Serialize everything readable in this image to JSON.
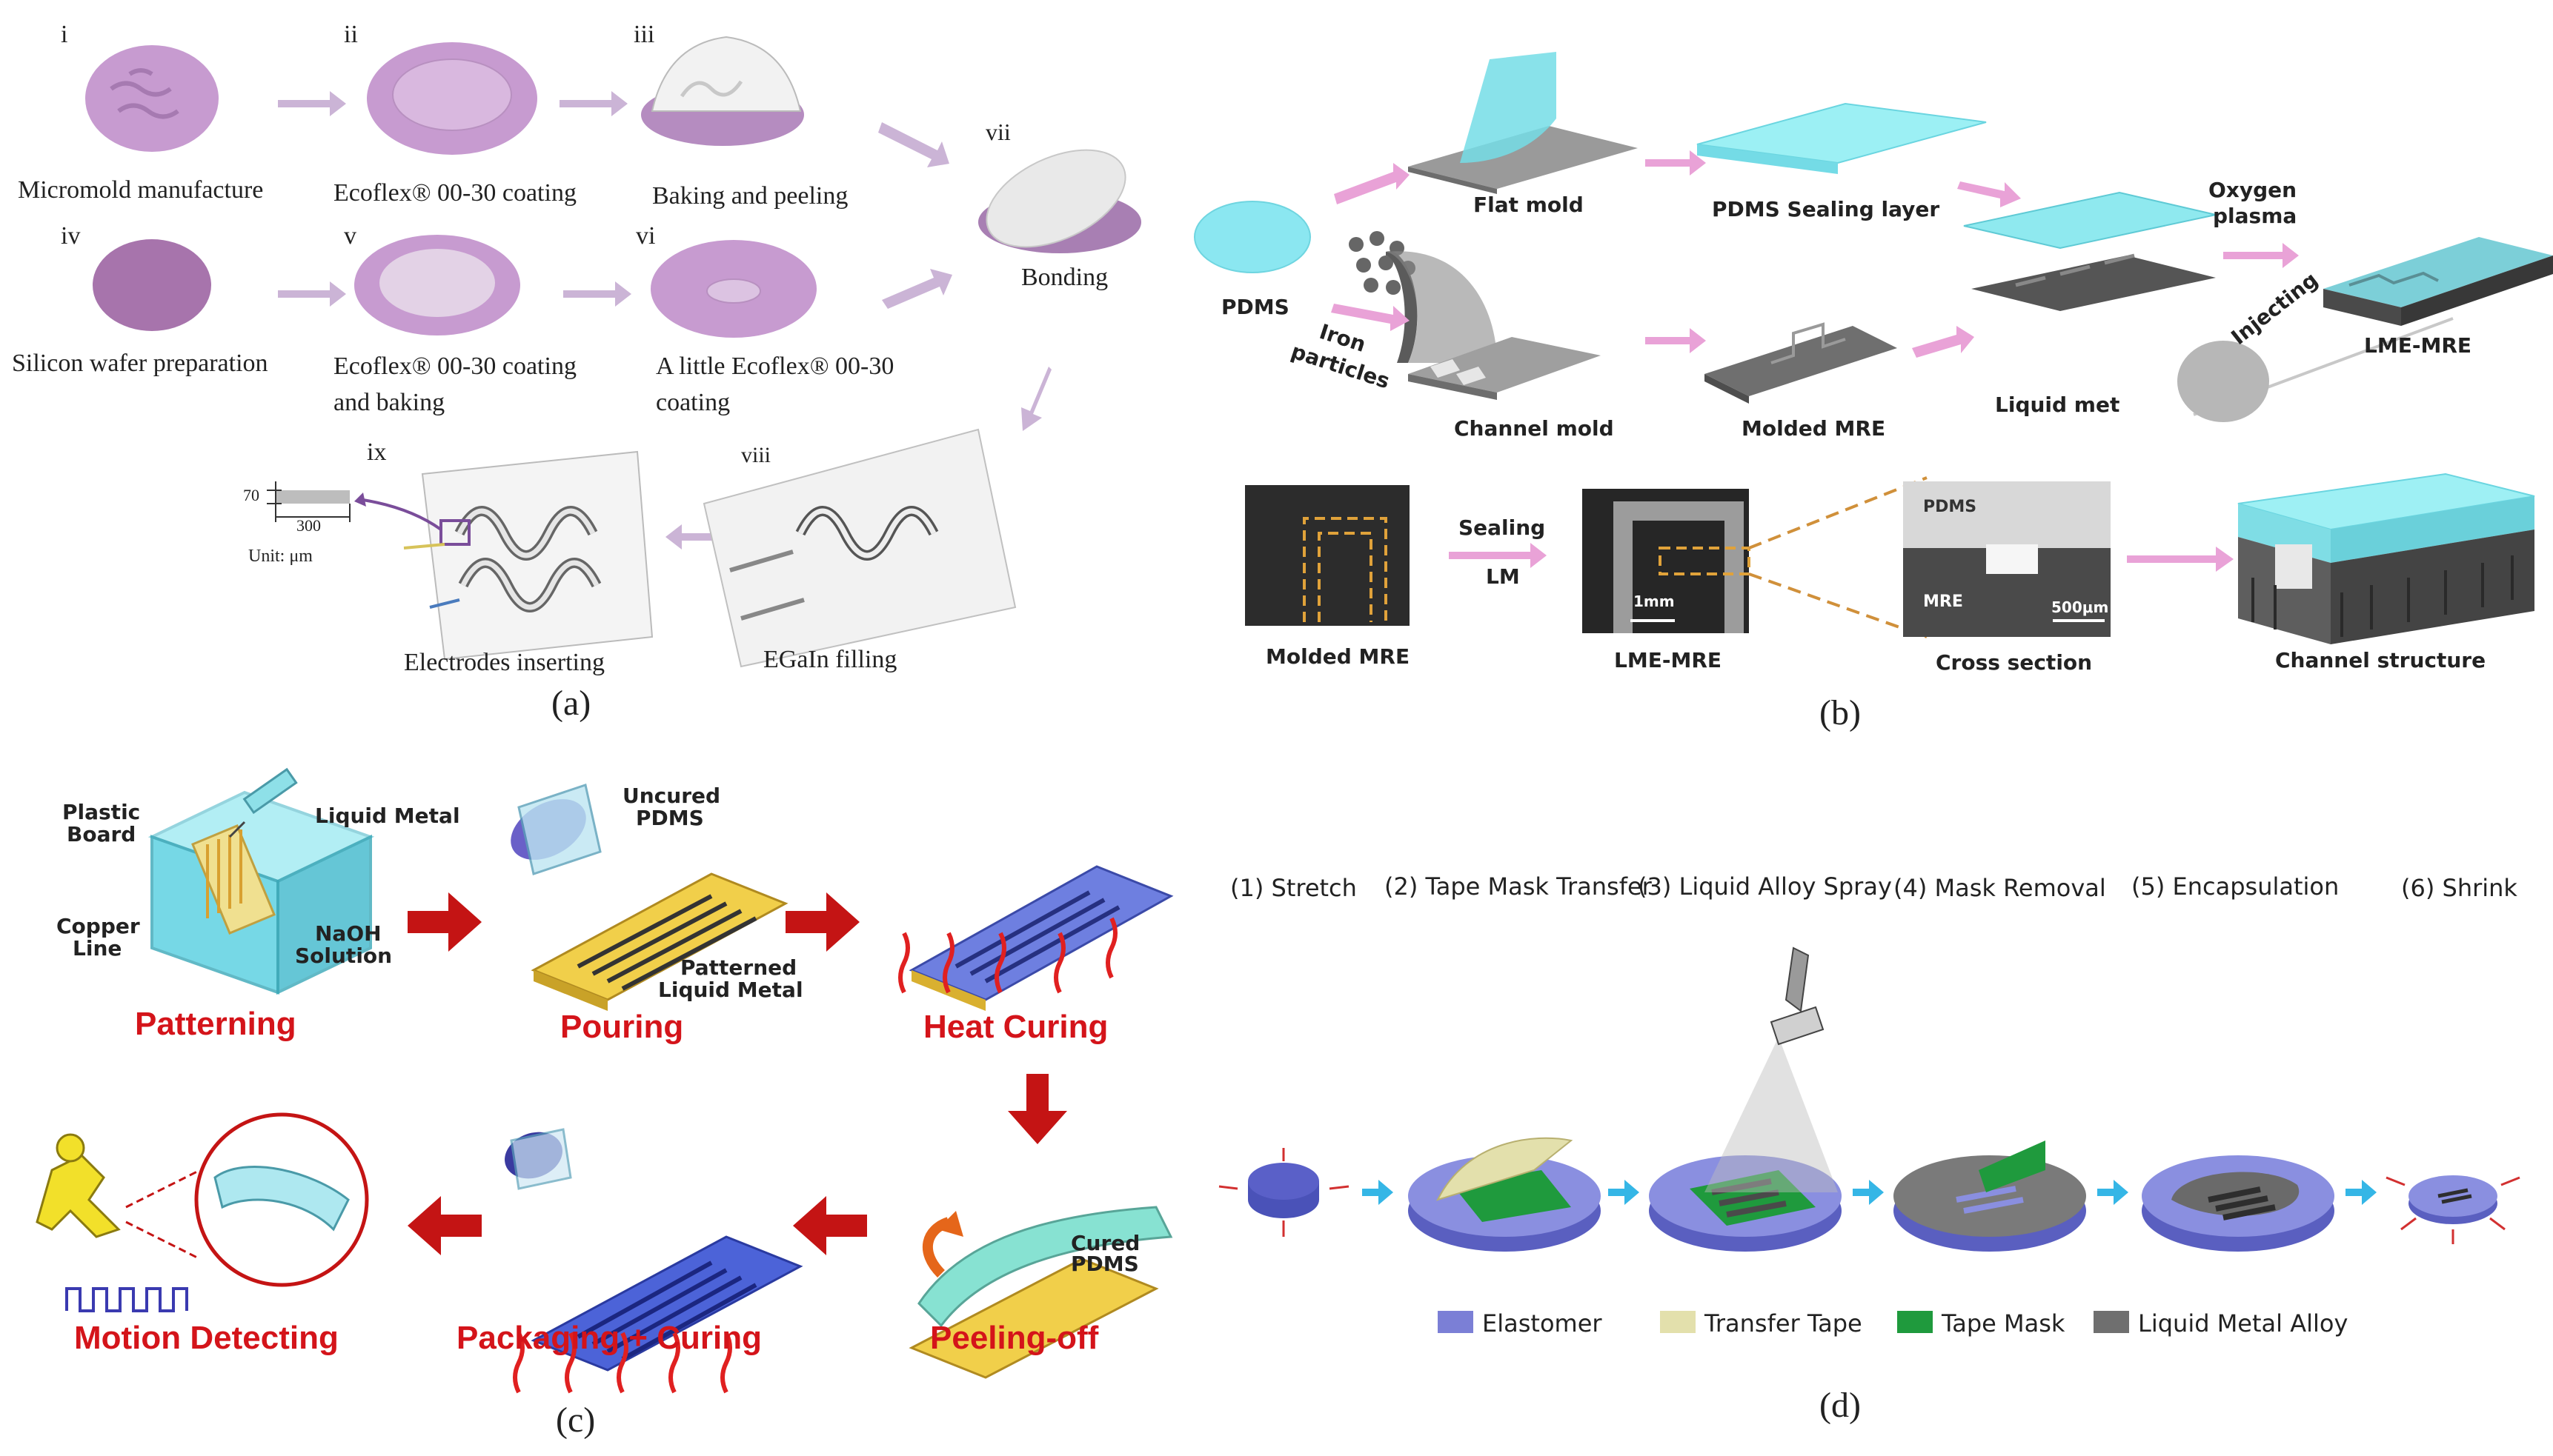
{
  "panel_a": {
    "caption": "(a)",
    "steps": [
      {
        "num": "i",
        "label": "Micromold manufacture"
      },
      {
        "num": "ii",
        "label": "Ecoflex® 00-30 coating"
      },
      {
        "num": "iii",
        "label": "Baking and peeling"
      },
      {
        "num": "iv",
        "label": "Silicon wafer preparation"
      },
      {
        "num": "v",
        "label": "Ecoflex® 00-30 coating",
        "label2": "and baking"
      },
      {
        "num": "vi",
        "label": "A little Ecoflex® 00-30",
        "label2": "coating"
      },
      {
        "num": "vii",
        "label": "Bonding"
      },
      {
        "num": "viii",
        "label": "EGaIn filling"
      },
      {
        "num": "ix",
        "label": "Electrodes inserting"
      }
    ],
    "dim_height": "70",
    "dim_width": "300",
    "unit": "Unit: μm"
  },
  "panel_b": {
    "caption": "(b)",
    "labels": {
      "pdms": "PDMS",
      "iron": "Iron",
      "particles": "particles",
      "flat_mold": "Flat mold",
      "sealing_layer": "PDMS Sealing layer",
      "oxygen": "Oxygen",
      "plasma": "plasma",
      "injecting": "Injecting",
      "lme_mre_top": "LME-MRE",
      "channel_mold": "Channel mold",
      "molded_mre_top": "Molded MRE",
      "liquid_metal": "Liquid met",
      "molded_mre": "Molded MRE",
      "sealing": "Sealing",
      "lm": "LM",
      "lme_mre": "LME-MRE",
      "scale_1mm": "1mm",
      "cross_section": "Cross section",
      "cs_pdms": "PDMS",
      "cs_mre": "MRE",
      "scale_500": "500μm",
      "channel_structure": "Channel structure"
    }
  },
  "panel_c": {
    "caption": "(c)",
    "steps": {
      "patterning": "Patterning",
      "pouring": "Pouring",
      "heat_curing": "Heat Curing",
      "peeling_off": "Peeling-off",
      "packaging": "Packaging + Curing",
      "motion": "Motion Detecting"
    },
    "callouts": {
      "plastic": "Plastic",
      "board": "Board",
      "liquid_metal": "Liquid Metal",
      "copper": "Copper",
      "line": "Line",
      "naoh": "NaOH",
      "solution": "Solution",
      "uncured": "Uncured",
      "pdms": "PDMS",
      "patterned": "Patterned",
      "liquid_metal2": "Liquid Metal",
      "cured": "Cured",
      "cured_pdms": "PDMS"
    }
  },
  "panel_d": {
    "caption": "(d)",
    "steps": [
      "(1) Stretch",
      "(2) Tape Mask Transfer",
      "(3) Liquid Alloy Spray",
      "(4) Mask Removal",
      "(5) Encapsulation",
      "(6) Shrink"
    ],
    "legend": [
      {
        "label": "Elastomer",
        "color": "#7b7fd6"
      },
      {
        "label": "Transfer Tape",
        "color": "#e3e0ac"
      },
      {
        "label": "Tape Mask",
        "color": "#1f9a3d"
      },
      {
        "label": "Liquid Metal Alloy",
        "color": "#6f6f6f"
      }
    ]
  },
  "colors": {
    "purple": "#c79bd0",
    "pink_arrow": "#e9a2d7",
    "cyan": "#7fe4ee",
    "red": "#d4141a",
    "blue_arrow": "#35b6e6"
  }
}
